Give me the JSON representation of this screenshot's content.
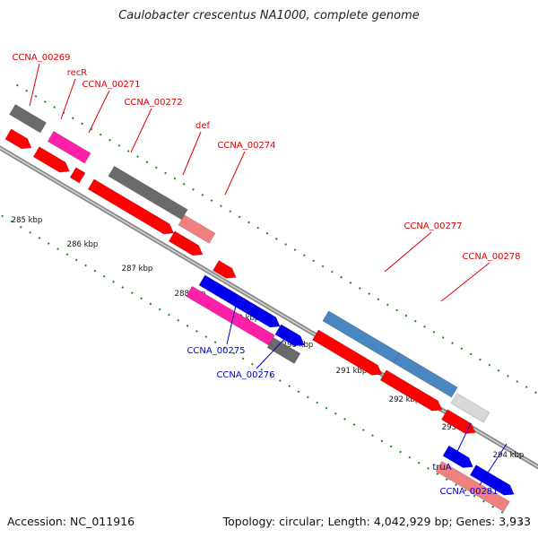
{
  "title": "Caulobacter crescentus NA1000, complete genome",
  "footer": {
    "accession": "Accession: NC_011916",
    "summary": "Topology: circular; Length: 4,042,929 bp; Genes: 3,933"
  },
  "colors": {
    "backbone": "#8a8a8a",
    "tick": "#1f8a1f",
    "label_forward": "#dd0000",
    "label_reverse": "#0000cc",
    "cds_red": "#ff0000",
    "magenta": "#ff1fa8",
    "dark_gray": "#6a6a6a",
    "light_gray": "#d8d8d8",
    "salmon": "#f08080",
    "steel_blue": "#4a86c0",
    "blue": "#0000ee"
  },
  "kbp_labels": [
    "285 kbp",
    "286 kbp",
    "287 kbp",
    "288 kbp",
    "289 kbp",
    "290 kbp",
    "291 kbp",
    "292 kbp",
    "293 kbp",
    "294 kbp"
  ],
  "gene_labels": {
    "forward": [
      "CCNA_00269",
      "recR",
      "CCNA_00271",
      "CCNA_00272",
      "def",
      "CCNA_00274",
      "CCNA_00277",
      "CCNA_00278"
    ],
    "reverse": [
      "CCNA_00275",
      "CCNA_00276",
      "truA",
      "CCNA_00281"
    ]
  }
}
